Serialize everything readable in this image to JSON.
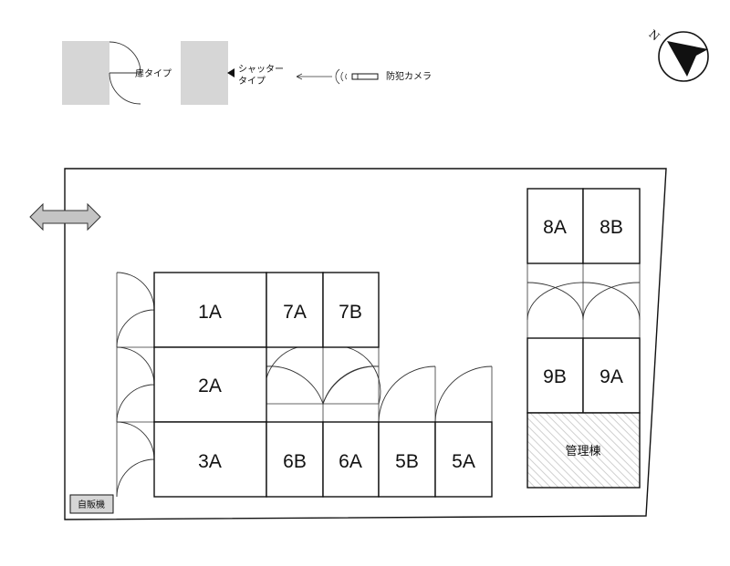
{
  "legend": {
    "door_type": "扉タイプ",
    "shutter_type_line1": "シャッター",
    "shutter_type_line2": "タイプ",
    "security_camera": "防犯カメラ"
  },
  "north_label": "N",
  "units": {
    "u1A": "1A",
    "u2A": "2A",
    "u3A": "3A",
    "u7A": "7A",
    "u7B": "7B",
    "u6B": "6B",
    "u6A": "6A",
    "u5B": "5B",
    "u5A": "5A",
    "u8A": "8A",
    "u8B": "8B",
    "u9B": "9B",
    "u9A": "9A"
  },
  "management_building": "管理棟",
  "vending_machine": "自販機",
  "colors": {
    "legend_gray": "#d6d6d6",
    "arrow_gray": "#c4c4c4",
    "hatch": "#cfcfcf",
    "outline": "#111111"
  }
}
